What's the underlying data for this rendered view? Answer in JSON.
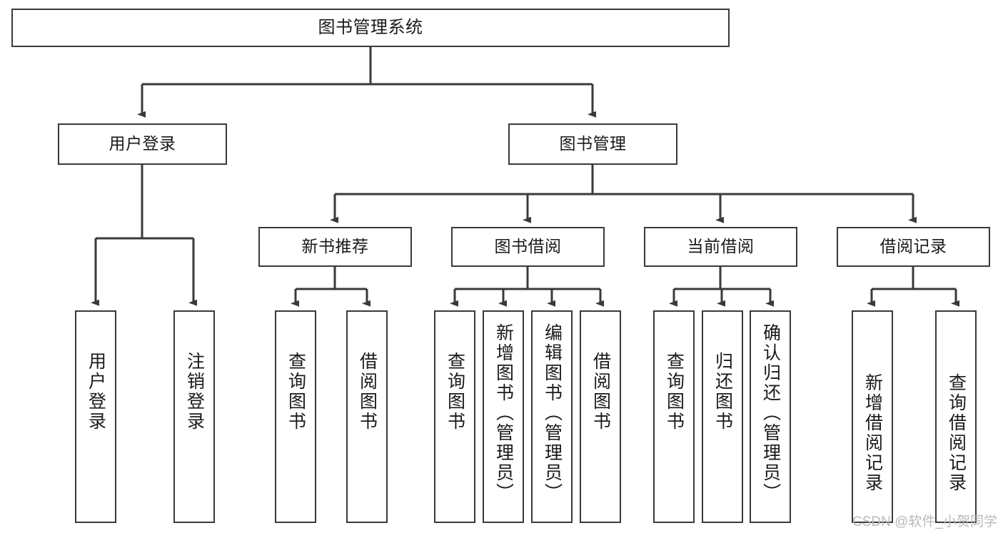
{
  "diagram": {
    "title": "图书管理系统",
    "type": "tree-hierarchy",
    "watermark": "CSDN @软件_小贺同学",
    "colors": {
      "box_border": "#3a3a3a",
      "box_fill": "#ffffff",
      "edge": "#3a3a3a",
      "text": "#1a1a1a",
      "watermark": "#b9b9b9",
      "background": "#ffffff"
    },
    "nodes": {
      "root": {
        "label": "图书管理系统"
      },
      "level2": [
        {
          "id": "user-login",
          "label": "用户登录"
        },
        {
          "id": "book-manage",
          "label": "图书管理"
        }
      ],
      "level3": [
        {
          "id": "new-book-recommend",
          "label": "新书推荐"
        },
        {
          "id": "book-borrow",
          "label": "图书借阅"
        },
        {
          "id": "current-borrow",
          "label": "当前借阅"
        },
        {
          "id": "borrow-record",
          "label": "借阅记录"
        }
      ],
      "leaves": {
        "user_login": [
          {
            "id": "leaf-user-login",
            "label": "用户登录"
          },
          {
            "id": "leaf-logout",
            "label": "注销登录"
          }
        ],
        "new_book_recommend": [
          {
            "id": "leaf-query-book-1",
            "label": "查询图书"
          },
          {
            "id": "leaf-borrow-book-1",
            "label": "借阅图书"
          }
        ],
        "book_borrow": [
          {
            "id": "leaf-query-book-2",
            "label": "查询图书"
          },
          {
            "id": "leaf-add-book",
            "label": "新增图书（管理员）"
          },
          {
            "id": "leaf-edit-book",
            "label": "编辑图书（管理员）"
          },
          {
            "id": "leaf-borrow-book-2",
            "label": "借阅图书"
          }
        ],
        "current_borrow": [
          {
            "id": "leaf-query-book-3",
            "label": "查询图书"
          },
          {
            "id": "leaf-return-book",
            "label": "归还图书"
          },
          {
            "id": "leaf-confirm-return",
            "label": "确认归还（管理员）"
          }
        ],
        "borrow_record": [
          {
            "id": "leaf-add-record",
            "label": "新增借阅记录"
          },
          {
            "id": "leaf-query-record",
            "label": "查询借阅记录"
          }
        ]
      }
    }
  }
}
